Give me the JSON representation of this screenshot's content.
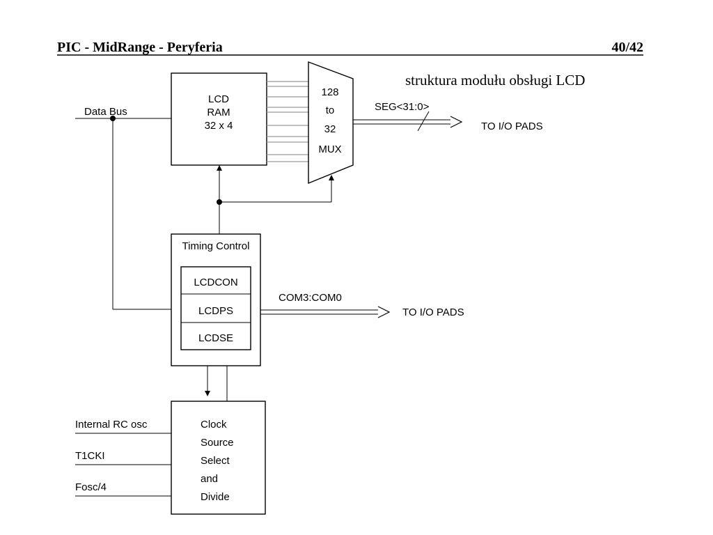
{
  "header": {
    "title": "PIC - MidRange - Peryferia",
    "page_number": "40/42"
  },
  "caption": "struktura modułu obsługi LCD",
  "diagram": {
    "data_bus_label": "Data Bus",
    "lcd_ram": [
      "LCD",
      "RAM",
      "32 x 4"
    ],
    "mux": [
      "128",
      "to",
      "32",
      "MUX"
    ],
    "seg_label": "SEG<31:0>",
    "seg_output": "TO I/O PADS",
    "timing_control": "Timing Control",
    "registers": [
      "LCDCON",
      "LCDPS",
      "LCDSE"
    ],
    "com_label": "COM3:COM0",
    "com_output": "TO I/O PADS",
    "clock_block": [
      "Clock",
      "Source",
      "Select",
      "and",
      "Divide"
    ],
    "clock_inputs": [
      "Internal RC osc",
      "T1CKI",
      "Fosc/4"
    ]
  }
}
